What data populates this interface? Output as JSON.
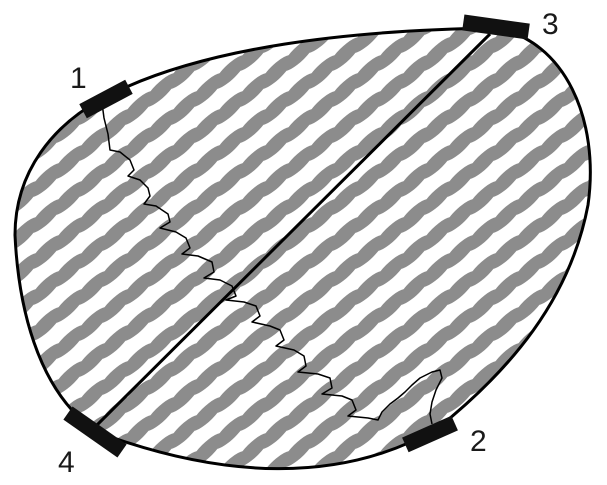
{
  "electrodes": [
    {
      "id": "1",
      "label": "1"
    },
    {
      "id": "2",
      "label": "2"
    },
    {
      "id": "3",
      "label": "3"
    },
    {
      "id": "4",
      "label": "4"
    }
  ],
  "colors": {
    "background": "#ffffff",
    "outline": "#000000",
    "grain_fill": "#8c8c8c",
    "electrode_fill": "#111111",
    "label_text": "#1a1a1a"
  },
  "features": {
    "sample_outline": "closed-curve",
    "grain_pattern": "tilted-elliptical-grains",
    "straight_path": "electrode-3-to-electrode-4",
    "zigzag_path": "electrode-1-to-electrode-2"
  }
}
